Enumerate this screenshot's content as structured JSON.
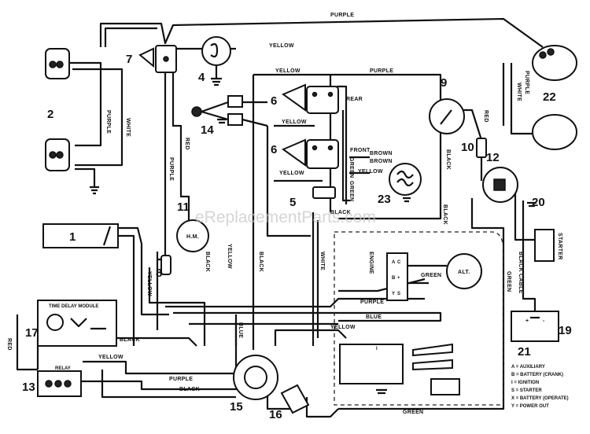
{
  "watermark": "eReplacementParts.com",
  "wire_labels": {
    "purple": "PURPLE",
    "yellow": "YELLOW",
    "white": "WHITE",
    "red": "RED",
    "black": "BLACK",
    "green": "GREEN",
    "blue": "BLUE",
    "brown": "BROWN",
    "cable": "CABLE",
    "engine": "ENGINE"
  },
  "component_labels": {
    "rear": "REAR",
    "front": "FRONT",
    "hm": "H.M.",
    "alt": "ALT.",
    "time_delay_module": "TIME DELAY MODULE",
    "relay": "RELAY",
    "starter": "STARTER",
    "pos": "+",
    "neg": "-"
  },
  "terminal_labels": [
    "A",
    "C",
    "B",
    "+",
    "Y",
    "S",
    "I"
  ],
  "legend": [
    "A = AUXILIARY",
    "B = BATTERY (CRANK)",
    "I = IGNITION",
    "S = STARTER",
    "X = BATTERY (OPERATE)",
    "Y = POWER OUT"
  ],
  "callouts": [
    "1",
    "2",
    "4",
    "5",
    "6",
    "6",
    "7",
    "8",
    "9",
    "10",
    "11",
    "12",
    "13",
    "14",
    "15",
    "16",
    "17",
    "19",
    "20",
    "21",
    "22",
    "23"
  ]
}
